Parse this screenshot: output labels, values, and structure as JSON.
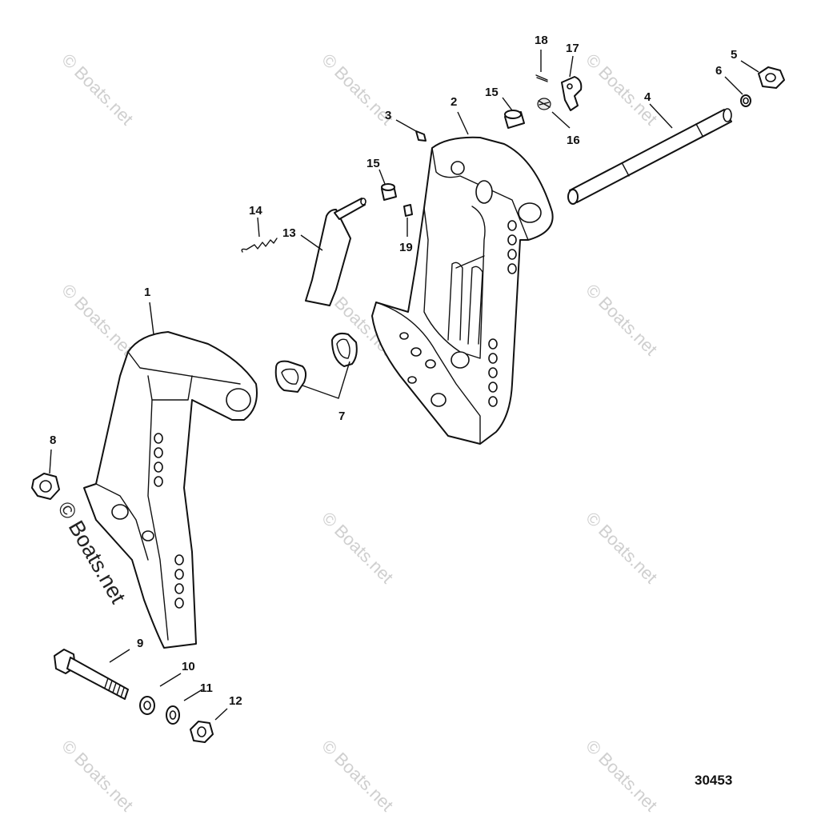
{
  "drawing_number": "30453",
  "watermark": "© Boats.net",
  "callouts": [
    "1",
    "2",
    "3",
    "4",
    "5",
    "6",
    "7",
    "8",
    "9",
    "10",
    "11",
    "12",
    "13",
    "14",
    "15",
    "15",
    "16",
    "17",
    "18",
    "19"
  ],
  "accent_color": "#111111"
}
